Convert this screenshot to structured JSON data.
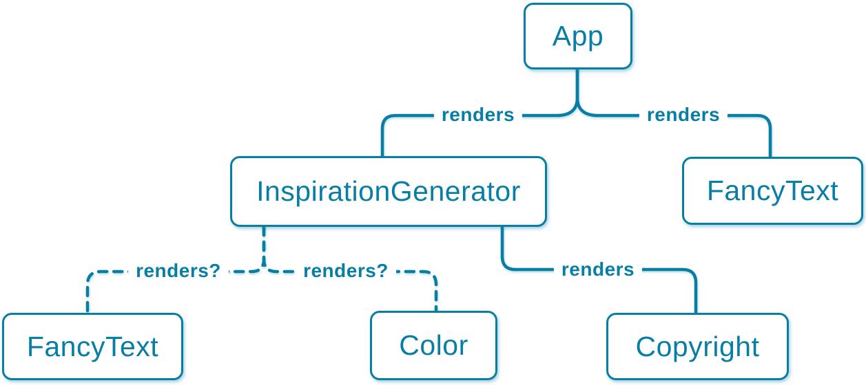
{
  "diagram": {
    "type": "component-tree",
    "colors": {
      "accent": "#087ea4",
      "node_fill": "#ffffff",
      "background": "#ffffff"
    },
    "nodes": {
      "app": {
        "label": "App"
      },
      "inspiration_generator": {
        "label": "InspirationGenerator"
      },
      "fancy_text_top": {
        "label": "FancyText"
      },
      "fancy_text_bottom": {
        "label": "FancyText"
      },
      "color": {
        "label": "Color"
      },
      "copyright": {
        "label": "Copyright"
      }
    },
    "edges": {
      "app_to_inspiration_generator": {
        "label": "renders",
        "style": "solid"
      },
      "app_to_fancy_text": {
        "label": "renders",
        "style": "solid"
      },
      "inspiration_to_fancy_text": {
        "label": "renders?",
        "style": "dashed"
      },
      "inspiration_to_color": {
        "label": "renders?",
        "style": "dashed"
      },
      "inspiration_to_copyright": {
        "label": "renders",
        "style": "solid"
      }
    }
  }
}
